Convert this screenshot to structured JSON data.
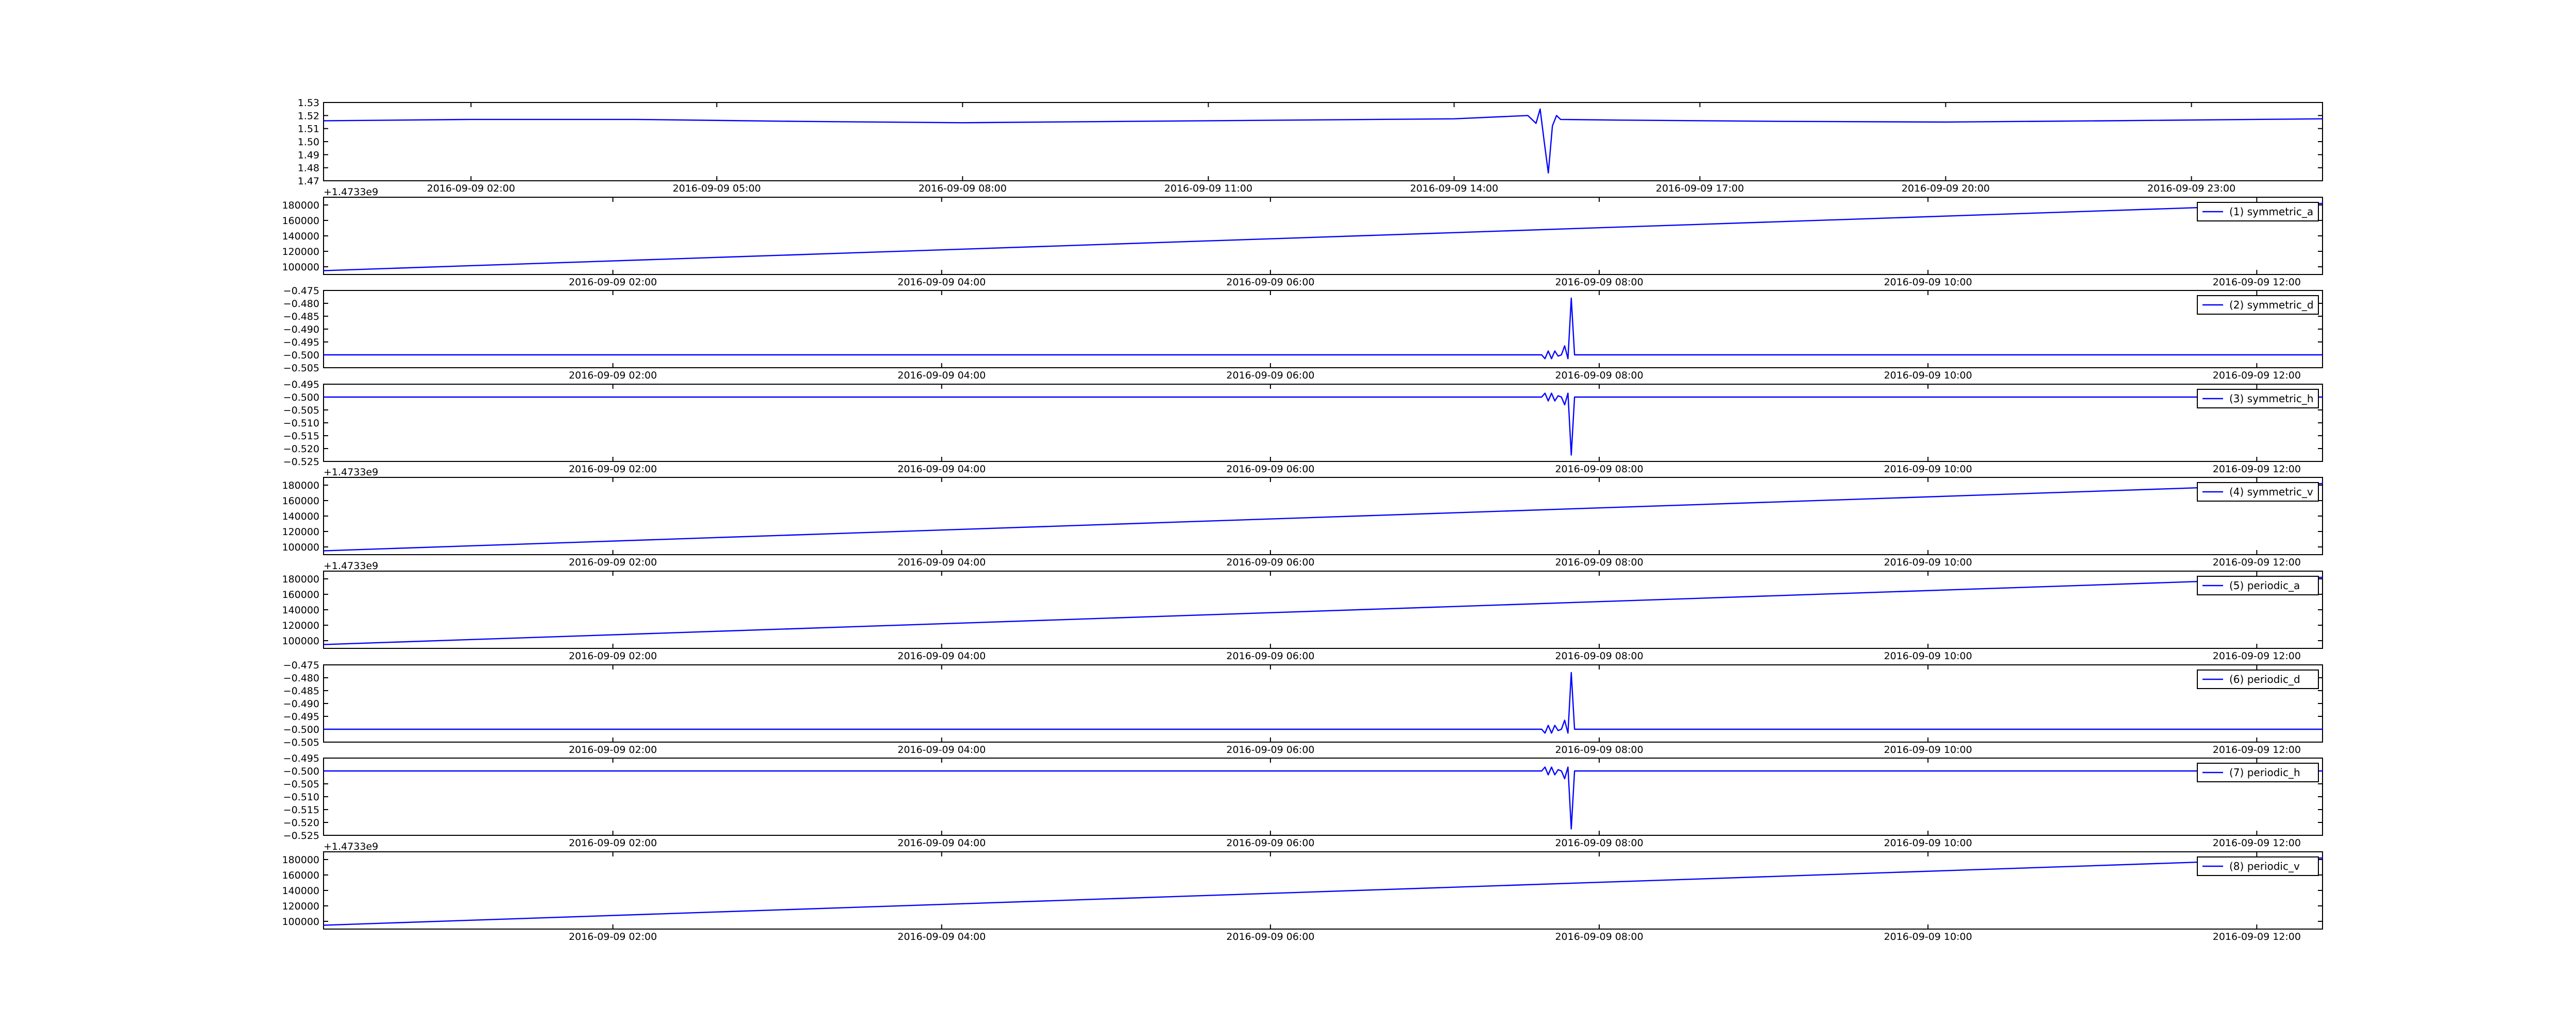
{
  "figure": {
    "background": "#ffffff",
    "line_color": "#0000ff",
    "frame_color": "#000000"
  },
  "chart_data": [
    {
      "id": "top",
      "type": "line",
      "title": "",
      "xlabel": "",
      "ylabel": "",
      "x_tick_labels": [
        "2016-09-09 02:00",
        "2016-09-09 05:00",
        "2016-09-09 08:00",
        "2016-09-09 11:00",
        "2016-09-09 14:00",
        "2016-09-09 17:00",
        "2016-09-09 20:00",
        "2016-09-09 23:00"
      ],
      "x_tick_hours": [
        2,
        5,
        8,
        11,
        14,
        17,
        20,
        23
      ],
      "xlim_hours": [
        0.2,
        24.6
      ],
      "y_tick_labels": [
        "1.47",
        "1.48",
        "1.49",
        "1.50",
        "1.51",
        "1.52",
        "1.53"
      ],
      "y_ticks": [
        1.47,
        1.48,
        1.49,
        1.5,
        1.51,
        1.52,
        1.53
      ],
      "ylim": [
        1.47,
        1.53
      ],
      "offset_label": "",
      "legend": "",
      "series": [
        {
          "x_hours": [
            0.2,
            2,
            4,
            6,
            8,
            10,
            12,
            14,
            14.9,
            15.0,
            15.05,
            15.1,
            15.15,
            15.2,
            15.25,
            15.3,
            16,
            18,
            20,
            22,
            24.6
          ],
          "values": [
            1.516,
            1.517,
            1.517,
            1.5155,
            1.5145,
            1.5155,
            1.5165,
            1.5175,
            1.52,
            1.514,
            1.525,
            1.5,
            1.476,
            1.512,
            1.52,
            1.517,
            1.5165,
            1.5155,
            1.515,
            1.516,
            1.5175
          ]
        }
      ]
    },
    {
      "id": "symmetric_a",
      "type": "line",
      "x_tick_labels": [
        "2016-09-09 02:00",
        "2016-09-09 04:00",
        "2016-09-09 06:00",
        "2016-09-09 08:00",
        "2016-09-09 10:00",
        "2016-09-09 12:00"
      ],
      "x_tick_hours": [
        2,
        4,
        6,
        8,
        10,
        12
      ],
      "xlim_hours": [
        0.24,
        12.4
      ],
      "y_tick_labels": [
        "100000",
        "120000",
        "140000",
        "160000",
        "180000"
      ],
      "y_ticks": [
        100000,
        120000,
        140000,
        160000,
        180000
      ],
      "ylim": [
        90000,
        190000
      ],
      "offset_label": "+1.4733e9",
      "legend": "(1) symmetric_a",
      "series": [
        {
          "x_hours": [
            0.24,
            12.4
          ],
          "values": [
            95000,
            182000
          ]
        }
      ]
    },
    {
      "id": "symmetric_d",
      "type": "line",
      "x_tick_labels": [
        "2016-09-09 02:00",
        "2016-09-09 04:00",
        "2016-09-09 06:00",
        "2016-09-09 08:00",
        "2016-09-09 10:00",
        "2016-09-09 12:00"
      ],
      "x_tick_hours": [
        2,
        4,
        6,
        8,
        10,
        12
      ],
      "xlim_hours": [
        0.24,
        12.4
      ],
      "y_tick_labels": [
        "−0.505",
        "−0.500",
        "−0.495",
        "−0.490",
        "−0.485",
        "−0.480",
        "−0.475"
      ],
      "y_ticks": [
        -0.505,
        -0.5,
        -0.495,
        -0.49,
        -0.485,
        -0.48,
        -0.475
      ],
      "ylim": [
        -0.505,
        -0.475
      ],
      "offset_label": "",
      "legend": "(2) symmetric_d",
      "series": [
        {
          "x_hours": [
            0.24,
            7.65,
            7.67,
            7.69,
            7.71,
            7.73,
            7.75,
            7.77,
            7.79,
            7.81,
            7.83,
            7.85,
            7.87,
            12.4
          ],
          "values": [
            -0.5,
            -0.5,
            -0.5015,
            -0.4985,
            -0.5015,
            -0.4985,
            -0.5005,
            -0.5,
            -0.4965,
            -0.5015,
            -0.478,
            -0.5,
            -0.5,
            -0.5
          ]
        }
      ]
    },
    {
      "id": "symmetric_h",
      "type": "line",
      "x_tick_labels": [
        "2016-09-09 02:00",
        "2016-09-09 04:00",
        "2016-09-09 06:00",
        "2016-09-09 08:00",
        "2016-09-09 10:00",
        "2016-09-09 12:00"
      ],
      "x_tick_hours": [
        2,
        4,
        6,
        8,
        10,
        12
      ],
      "xlim_hours": [
        0.24,
        12.4
      ],
      "y_tick_labels": [
        "−0.525",
        "−0.520",
        "−0.515",
        "−0.510",
        "−0.505",
        "−0.500",
        "−0.495"
      ],
      "y_ticks": [
        -0.525,
        -0.52,
        -0.515,
        -0.51,
        -0.505,
        -0.5,
        -0.495
      ],
      "ylim": [
        -0.525,
        -0.495
      ],
      "offset_label": "",
      "legend": "(3) symmetric_h",
      "series": [
        {
          "x_hours": [
            0.24,
            7.65,
            7.67,
            7.69,
            7.71,
            7.73,
            7.75,
            7.77,
            7.79,
            7.81,
            7.83,
            7.85,
            7.87,
            12.4
          ],
          "values": [
            -0.5,
            -0.5,
            -0.4985,
            -0.5015,
            -0.4985,
            -0.5015,
            -0.4995,
            -0.5,
            -0.503,
            -0.4985,
            -0.5225,
            -0.5,
            -0.5,
            -0.5
          ]
        }
      ]
    },
    {
      "id": "symmetric_v",
      "type": "line",
      "x_tick_labels": [
        "2016-09-09 02:00",
        "2016-09-09 04:00",
        "2016-09-09 06:00",
        "2016-09-09 08:00",
        "2016-09-09 10:00",
        "2016-09-09 12:00"
      ],
      "x_tick_hours": [
        2,
        4,
        6,
        8,
        10,
        12
      ],
      "xlim_hours": [
        0.24,
        12.4
      ],
      "y_tick_labels": [
        "100000",
        "120000",
        "140000",
        "160000",
        "180000"
      ],
      "y_ticks": [
        100000,
        120000,
        140000,
        160000,
        180000
      ],
      "ylim": [
        90000,
        190000
      ],
      "offset_label": "+1.4733e9",
      "legend": "(4) symmetric_v",
      "series": [
        {
          "x_hours": [
            0.24,
            12.4
          ],
          "values": [
            95000,
            182000
          ]
        }
      ]
    },
    {
      "id": "periodic_a",
      "type": "line",
      "x_tick_labels": [
        "2016-09-09 02:00",
        "2016-09-09 04:00",
        "2016-09-09 06:00",
        "2016-09-09 08:00",
        "2016-09-09 10:00",
        "2016-09-09 12:00"
      ],
      "x_tick_hours": [
        2,
        4,
        6,
        8,
        10,
        12
      ],
      "xlim_hours": [
        0.24,
        12.4
      ],
      "y_tick_labels": [
        "100000",
        "120000",
        "140000",
        "160000",
        "180000"
      ],
      "y_ticks": [
        100000,
        120000,
        140000,
        160000,
        180000
      ],
      "ylim": [
        90000,
        190000
      ],
      "offset_label": "+1.4733e9",
      "legend": "(5) periodic_a",
      "series": [
        {
          "x_hours": [
            0.24,
            12.4
          ],
          "values": [
            95000,
            182000
          ]
        }
      ]
    },
    {
      "id": "periodic_d",
      "type": "line",
      "x_tick_labels": [
        "2016-09-09 02:00",
        "2016-09-09 04:00",
        "2016-09-09 06:00",
        "2016-09-09 08:00",
        "2016-09-09 10:00",
        "2016-09-09 12:00"
      ],
      "x_tick_hours": [
        2,
        4,
        6,
        8,
        10,
        12
      ],
      "xlim_hours": [
        0.24,
        12.4
      ],
      "y_tick_labels": [
        "−0.505",
        "−0.500",
        "−0.495",
        "−0.490",
        "−0.485",
        "−0.480",
        "−0.475"
      ],
      "y_ticks": [
        -0.505,
        -0.5,
        -0.495,
        -0.49,
        -0.485,
        -0.48,
        -0.475
      ],
      "ylim": [
        -0.505,
        -0.475
      ],
      "offset_label": "",
      "legend": "(6) periodic_d",
      "series": [
        {
          "x_hours": [
            0.24,
            7.65,
            7.67,
            7.69,
            7.71,
            7.73,
            7.75,
            7.77,
            7.79,
            7.81,
            7.83,
            7.85,
            7.87,
            12.4
          ],
          "values": [
            -0.5,
            -0.5,
            -0.5015,
            -0.4985,
            -0.5015,
            -0.4985,
            -0.5005,
            -0.5,
            -0.4965,
            -0.5015,
            -0.478,
            -0.5,
            -0.5,
            -0.5
          ]
        }
      ]
    },
    {
      "id": "periodic_h",
      "type": "line",
      "x_tick_labels": [
        "2016-09-09 02:00",
        "2016-09-09 04:00",
        "2016-09-09 06:00",
        "2016-09-09 08:00",
        "2016-09-09 10:00",
        "2016-09-09 12:00"
      ],
      "x_tick_hours": [
        2,
        4,
        6,
        8,
        10,
        12
      ],
      "xlim_hours": [
        0.24,
        12.4
      ],
      "y_tick_labels": [
        "−0.525",
        "−0.520",
        "−0.515",
        "−0.510",
        "−0.505",
        "−0.500",
        "−0.495"
      ],
      "y_ticks": [
        -0.525,
        -0.52,
        -0.515,
        -0.51,
        -0.505,
        -0.5,
        -0.495
      ],
      "ylim": [
        -0.525,
        -0.495
      ],
      "offset_label": "",
      "legend": "(7) periodic_h",
      "series": [
        {
          "x_hours": [
            0.24,
            7.65,
            7.67,
            7.69,
            7.71,
            7.73,
            7.75,
            7.77,
            7.79,
            7.81,
            7.83,
            7.85,
            7.87,
            12.4
          ],
          "values": [
            -0.5,
            -0.5,
            -0.4985,
            -0.5015,
            -0.4985,
            -0.5015,
            -0.4995,
            -0.5,
            -0.503,
            -0.4985,
            -0.5225,
            -0.5,
            -0.5,
            -0.5
          ]
        }
      ]
    },
    {
      "id": "periodic_v",
      "type": "line",
      "x_tick_labels": [
        "2016-09-09 02:00",
        "2016-09-09 04:00",
        "2016-09-09 06:00",
        "2016-09-09 08:00",
        "2016-09-09 10:00",
        "2016-09-09 12:00"
      ],
      "x_tick_hours": [
        2,
        4,
        6,
        8,
        10,
        12
      ],
      "xlim_hours": [
        0.24,
        12.4
      ],
      "y_tick_labels": [
        "100000",
        "120000",
        "140000",
        "160000",
        "180000"
      ],
      "y_ticks": [
        100000,
        120000,
        140000,
        160000,
        180000
      ],
      "ylim": [
        90000,
        190000
      ],
      "offset_label": "+1.4733e9",
      "legend": "(8) periodic_v",
      "series": [
        {
          "x_hours": [
            0.24,
            12.4
          ],
          "values": [
            95000,
            182000
          ]
        }
      ]
    }
  ]
}
